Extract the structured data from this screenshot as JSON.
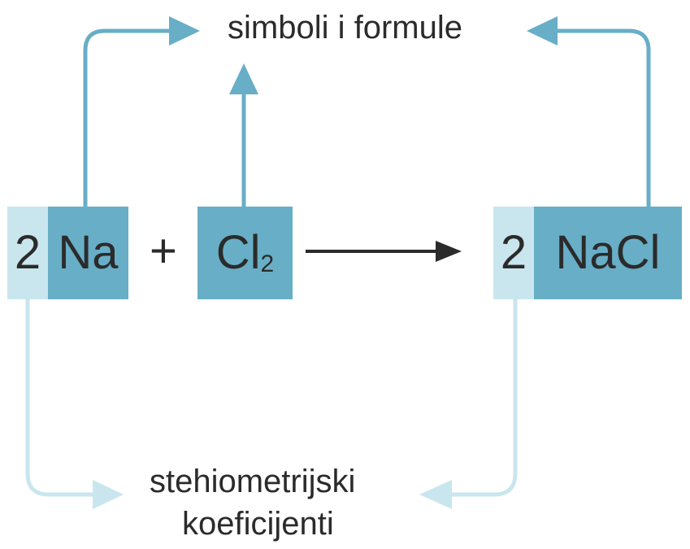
{
  "labels": {
    "top": "simboli i formule",
    "bottom_line1": "stehiometrijski",
    "bottom_line2": "koeficijenti"
  },
  "equation": {
    "reactant1": {
      "coefficient": "2",
      "formula": "Na"
    },
    "operator": "+",
    "reactant2": {
      "formula": "Cl",
      "subscript": "2"
    },
    "product": {
      "coefficient": "2",
      "formula": "NaCl"
    }
  },
  "colors": {
    "formula_box": "#68aec7",
    "coefficient_box": "#c9e6ee",
    "formula_arrow": "#68aec7",
    "coefficient_arrow": "#c9e6ee",
    "reaction_arrow": "#2b2b2b",
    "text": "#2b2b2b"
  }
}
